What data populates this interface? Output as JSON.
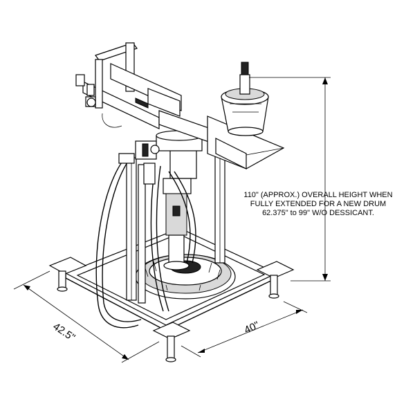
{
  "height_note": {
    "line1": "110\" (APPROX.) OVERALL HEIGHT WHEN",
    "line2": "FULLY EXTENDED FOR A NEW DRUM",
    "line3": "62.375\" to 99\" W/O DESSICANT."
  },
  "dimensions": {
    "depth_label": "42.5\"",
    "width_label": "40\""
  }
}
